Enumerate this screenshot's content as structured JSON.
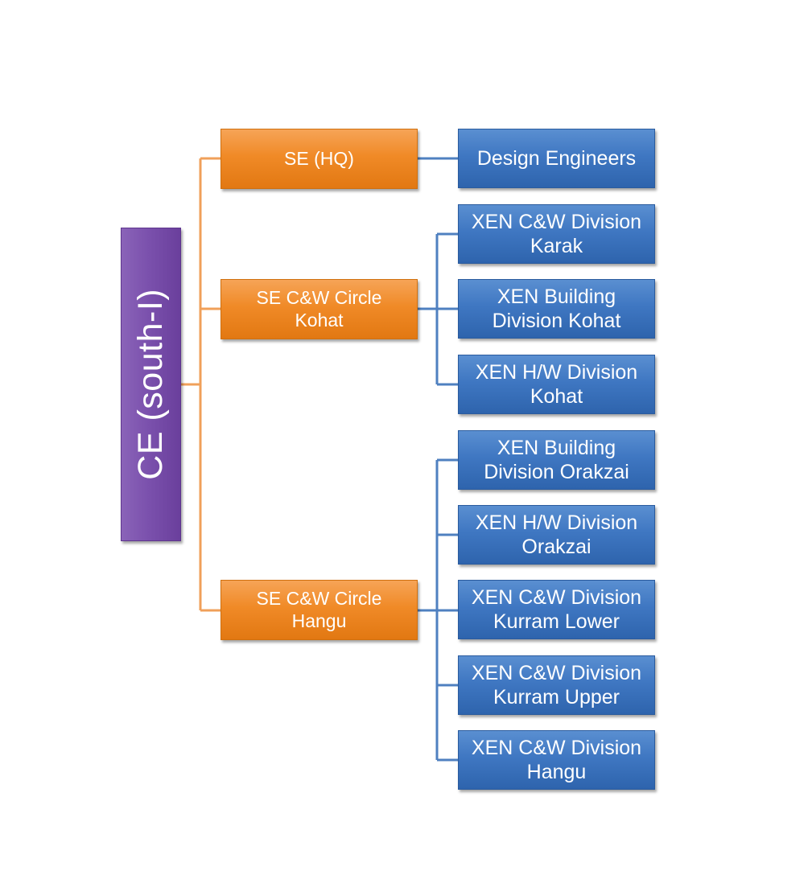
{
  "colors": {
    "root": "#7b51ad",
    "level1": "#f08a27",
    "level2": "#3f77c2",
    "level1_connector": "#f0a05a",
    "level2_connector": "#4f80c0"
  },
  "root": {
    "label": "CE (south-I)"
  },
  "branches": [
    {
      "label": "SE (HQ)",
      "children": [
        {
          "label": "Design Engineers"
        }
      ]
    },
    {
      "label": "SE C&W Circle\nKohat",
      "children": [
        {
          "label": "XEN C&W Division\nKarak"
        },
        {
          "label": "XEN Building\nDivision Kohat"
        },
        {
          "label": "XEN H/W Division\nKohat"
        }
      ]
    },
    {
      "label": "SE C&W Circle\nHangu",
      "children": [
        {
          "label": "XEN Building\nDivision Orakzai"
        },
        {
          "label": "XEN H/W Division\nOrakzai"
        },
        {
          "label": "XEN C&W Division\nKurram Lower"
        },
        {
          "label": "XEN C&W Division\nKurram Upper"
        },
        {
          "label": "XEN C&W Division\nHangu"
        }
      ]
    }
  ]
}
